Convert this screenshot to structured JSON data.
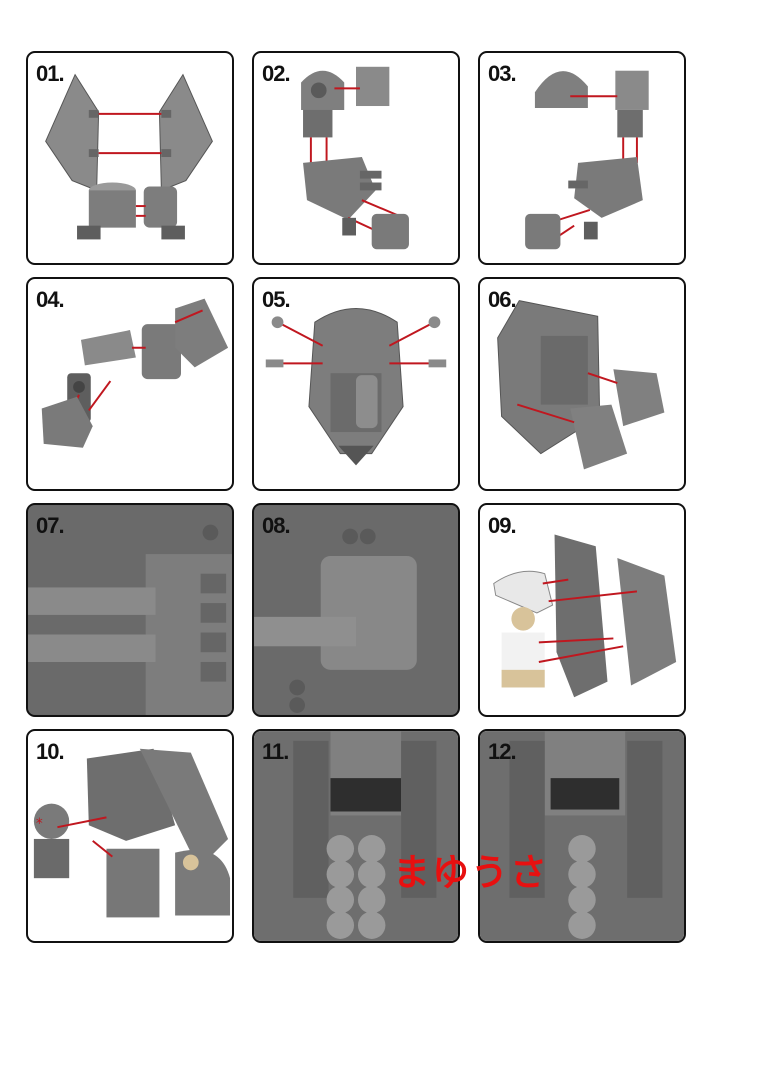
{
  "steps": [
    {
      "label": "01."
    },
    {
      "label": "02."
    },
    {
      "label": "03."
    },
    {
      "label": "04."
    },
    {
      "label": "05."
    },
    {
      "label": "06."
    },
    {
      "label": "07."
    },
    {
      "label": "08."
    },
    {
      "label": "09."
    },
    {
      "label": "10."
    },
    {
      "label": "11."
    },
    {
      "label": "12."
    }
  ],
  "watermark": "まゆうさ",
  "colors": {
    "part_gray": "#7a7a7a",
    "part_dark": "#555555",
    "connector_red": "#c0171f",
    "panel_border": "#111111",
    "watermark_red": "#e81010"
  }
}
